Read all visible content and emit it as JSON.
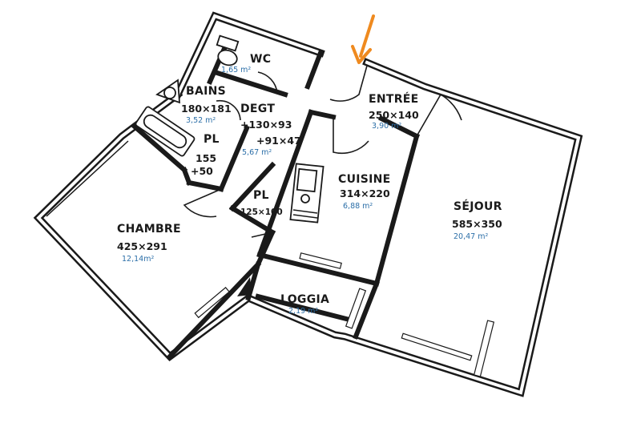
{
  "colors": {
    "wall": "#1a1a1a",
    "area_text": "#2c6fa8",
    "entry_arrow": "#ef8a1f"
  },
  "icons": {
    "entry_arrow": "orange-arrow-icon",
    "fixtures": [
      "toilet-icon",
      "sink-icon",
      "bathtub-icon",
      "kitchen-sink-icon"
    ]
  },
  "rooms": {
    "wc": {
      "name": "WC",
      "area": "1,65 m²"
    },
    "bains": {
      "name": "BAINS",
      "dim": "180×181",
      "area": "3,52 m²"
    },
    "degt": {
      "name": "DEGT",
      "dim1": "+130×93",
      "dim2": "+91×47",
      "area": "5,67 m²"
    },
    "pl1": {
      "name": "PL",
      "dim1": "155",
      "dim2": "+50"
    },
    "pl2": {
      "name": "PL",
      "dim": "125×100"
    },
    "entree": {
      "name": "ENTRÉE",
      "dim": "250×140",
      "area": "3,90 m²"
    },
    "cuisine": {
      "name": "CUISINE",
      "dim": "314×220",
      "area": "6,88 m²"
    },
    "sejour": {
      "name": "SÉJOUR",
      "dim": "585×350",
      "area": "20,47 m²"
    },
    "chambre": {
      "name": "CHAMBRE",
      "dim": "425×291",
      "area": "12,14m²"
    },
    "loggia": {
      "name": "LOGGIA",
      "area": "2,19 m²"
    }
  }
}
